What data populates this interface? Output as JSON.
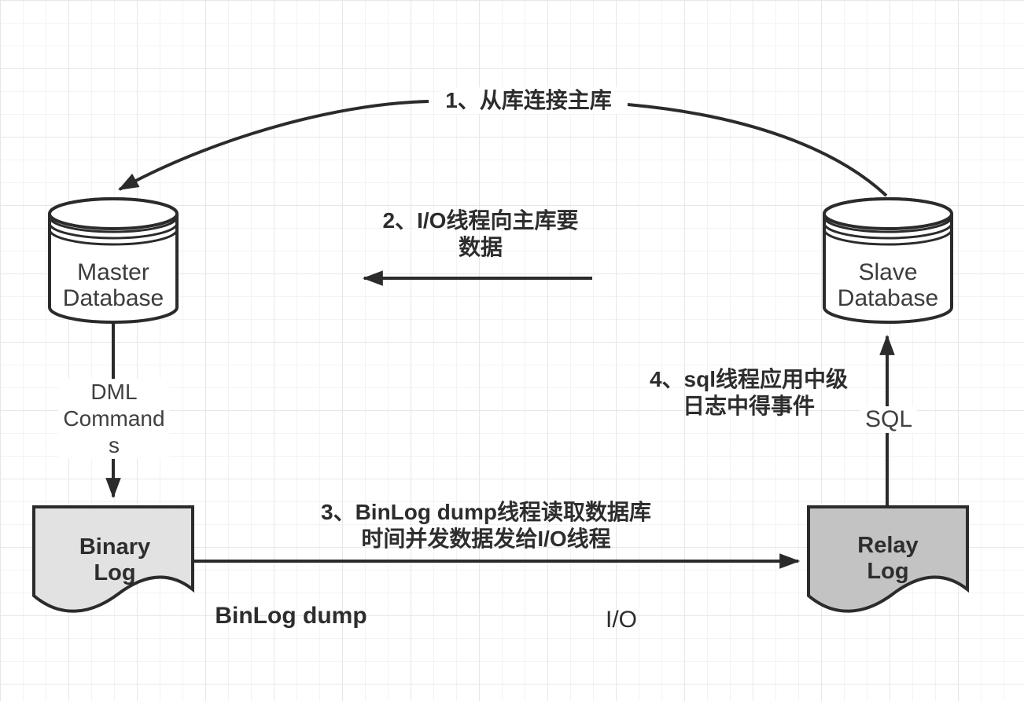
{
  "diagram_title": "MySQL master-slave replication flow",
  "colors": {
    "stroke": "#2b2b2b",
    "database_fill": "#ffffff",
    "binary_log_fill": "#e2e2e2",
    "relay_log_fill": "#c3c3c3",
    "grid_minor": "#f3f3f3",
    "grid_major": "#e7e7e7"
  },
  "nodes": {
    "master": {
      "line1": "Master",
      "line2": "Database"
    },
    "slave": {
      "line1": "Slave",
      "line2": "Database"
    },
    "binary_log": {
      "line1": "Binary",
      "line2": "Log"
    },
    "relay_log": {
      "line1": "Relay",
      "line2": "Log"
    }
  },
  "labels": {
    "step1": "1、从库连接主库",
    "step2_line1": "2、I/O线程向主库要",
    "step2_line2": "数据",
    "step3_line1": "3、BinLog dump线程读取数据库",
    "step3_line2": "时间并发数据发给I/O线程",
    "step4_line1": "4、sql线程应用中级",
    "step4_line2": "日志中得事件",
    "dml_line1": "DML",
    "dml_line2": "Command",
    "dml_line3": "s",
    "sql": "SQL",
    "binlog_dump": "BinLog dump",
    "io": "I/O"
  }
}
